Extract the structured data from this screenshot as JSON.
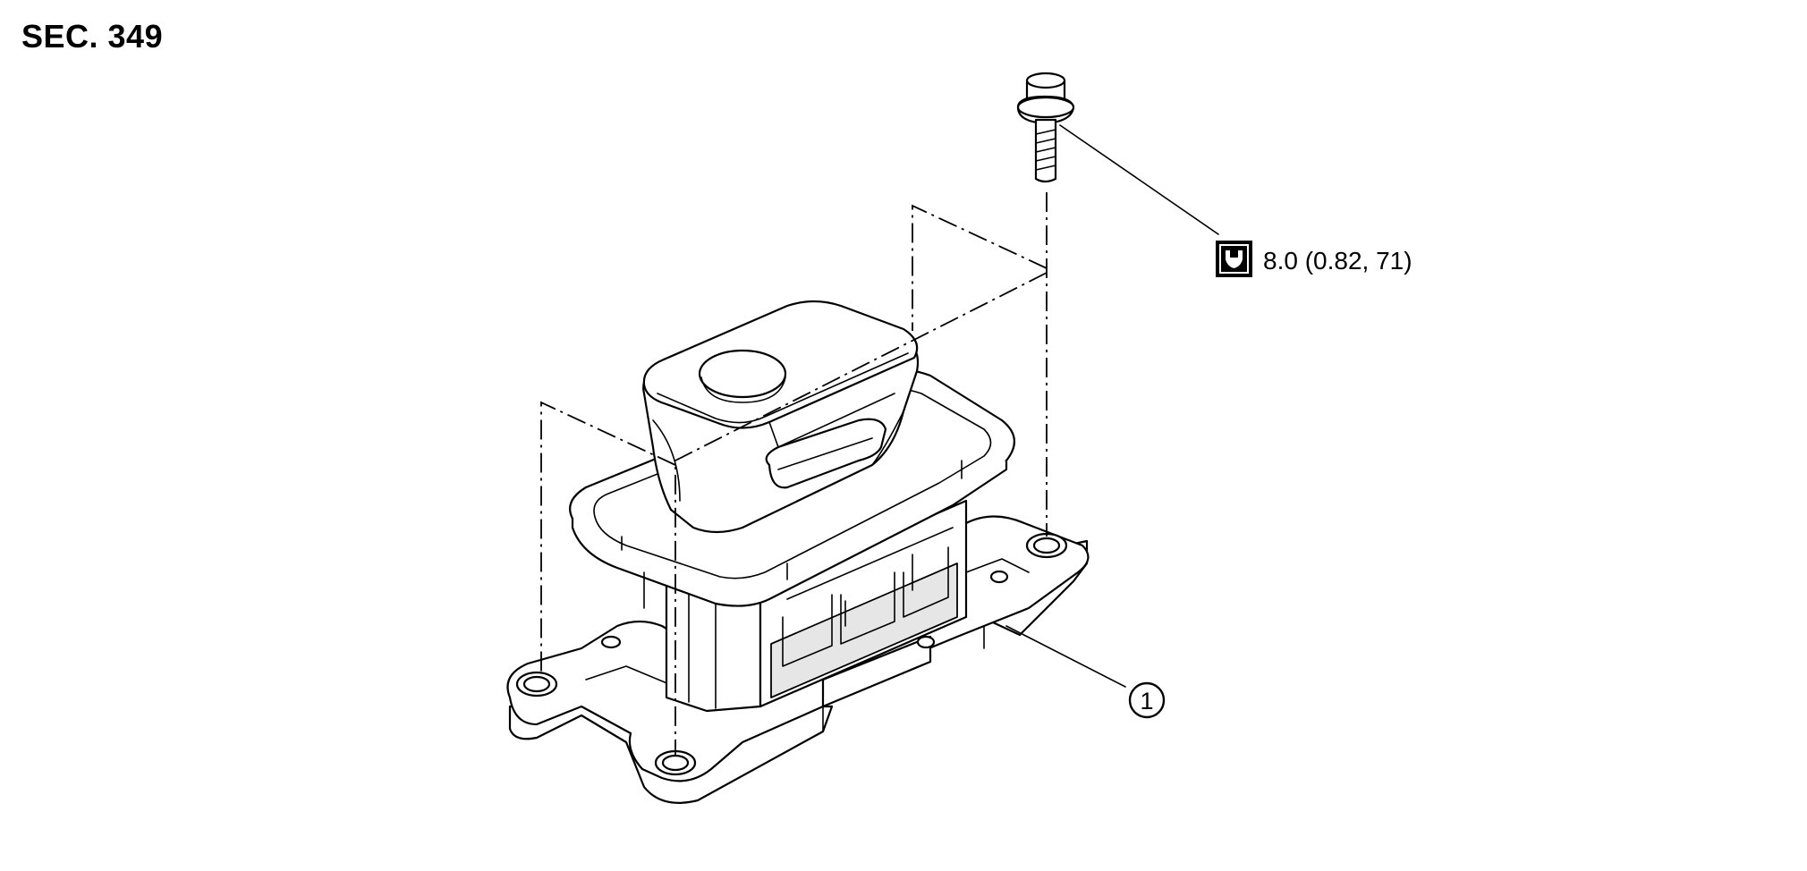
{
  "section": {
    "label": "SEC. 349"
  },
  "torque": {
    "icon": "torque-wrench-icon",
    "value": "8.0 (0.82, 71)"
  },
  "callouts": [
    {
      "number": "1"
    }
  ]
}
